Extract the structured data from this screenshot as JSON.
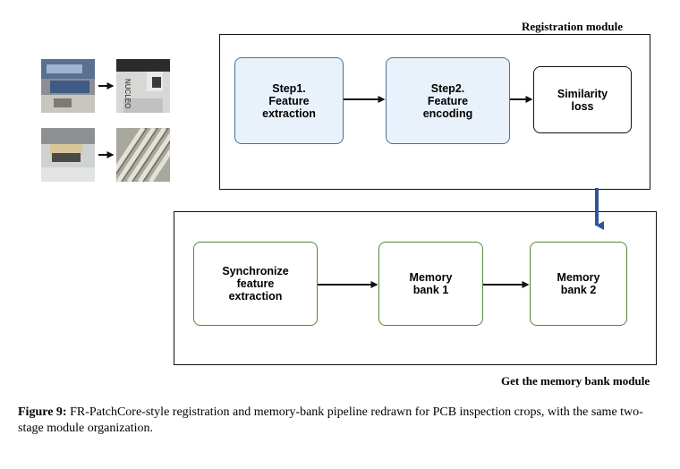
{
  "registration_module": {
    "label": "Registration module",
    "nodes": [
      {
        "text": "Step1.\nFeature\nextraction"
      },
      {
        "text": "Step2.\nFeature\nencoding"
      },
      {
        "text": "Similarity\nloss"
      }
    ]
  },
  "memory_module": {
    "label": "Get the memory bank module",
    "nodes": [
      {
        "text": "Synchronize\nfeature\nextraction"
      },
      {
        "text": "Memory\nbank 1"
      },
      {
        "text": "Memory\nbank 2"
      }
    ]
  },
  "thumbnails": {
    "board_text": "NUCLEO"
  },
  "caption": {
    "label": "Figure 9:",
    "text": " FR-PatchCore-style registration and memory-bank pipeline redrawn for PCB inspection crops, with the same two-stage module organization."
  },
  "colors": {
    "blue_fill": "#e9f2fb",
    "blue_border": "#4a6f97",
    "green_border": "#4d8a35",
    "connector_arrow": "#2f5597"
  }
}
